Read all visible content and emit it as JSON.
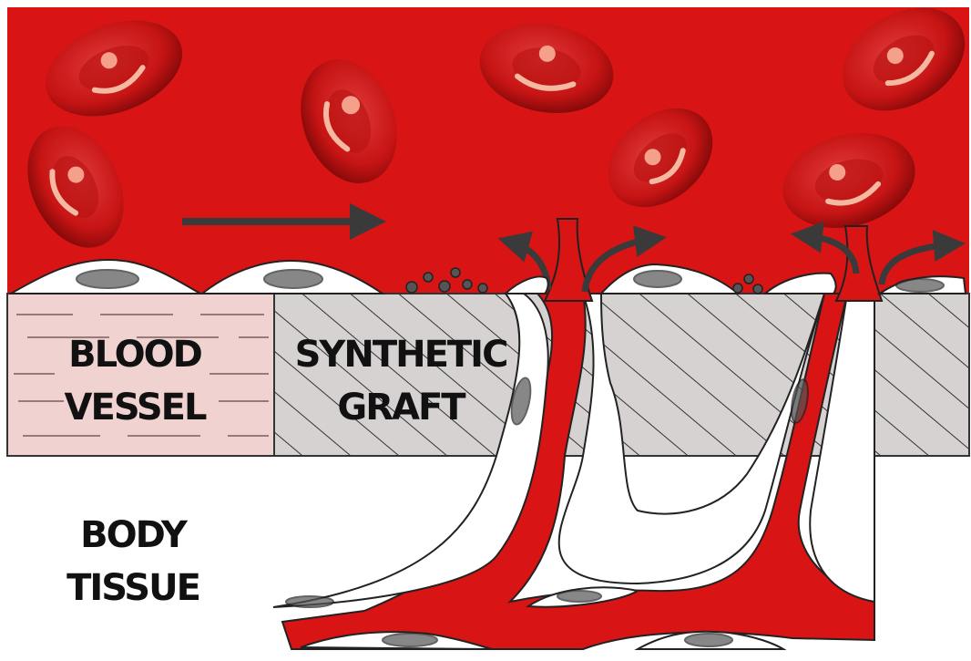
{
  "figure": {
    "labels": {
      "vessel_line1": "BLOOD",
      "vessel_line2": "VESSEL",
      "graft_line1": "SYNTHETIC",
      "graft_line2": "GRAFT",
      "tissue_line1": "BODY",
      "tissue_line2": "TISSUE"
    },
    "colors": {
      "blood": "#d81414",
      "blood_dark": "#a80d0d",
      "vessel_wall": "#f0d2d0",
      "graft": "#d6d2d2",
      "tissue": "#ffffff",
      "cell_outline": "#222222"
    },
    "icons": {
      "flow_arrow": "right-arrow",
      "sprout_arrows": "curved-arrow"
    }
  }
}
